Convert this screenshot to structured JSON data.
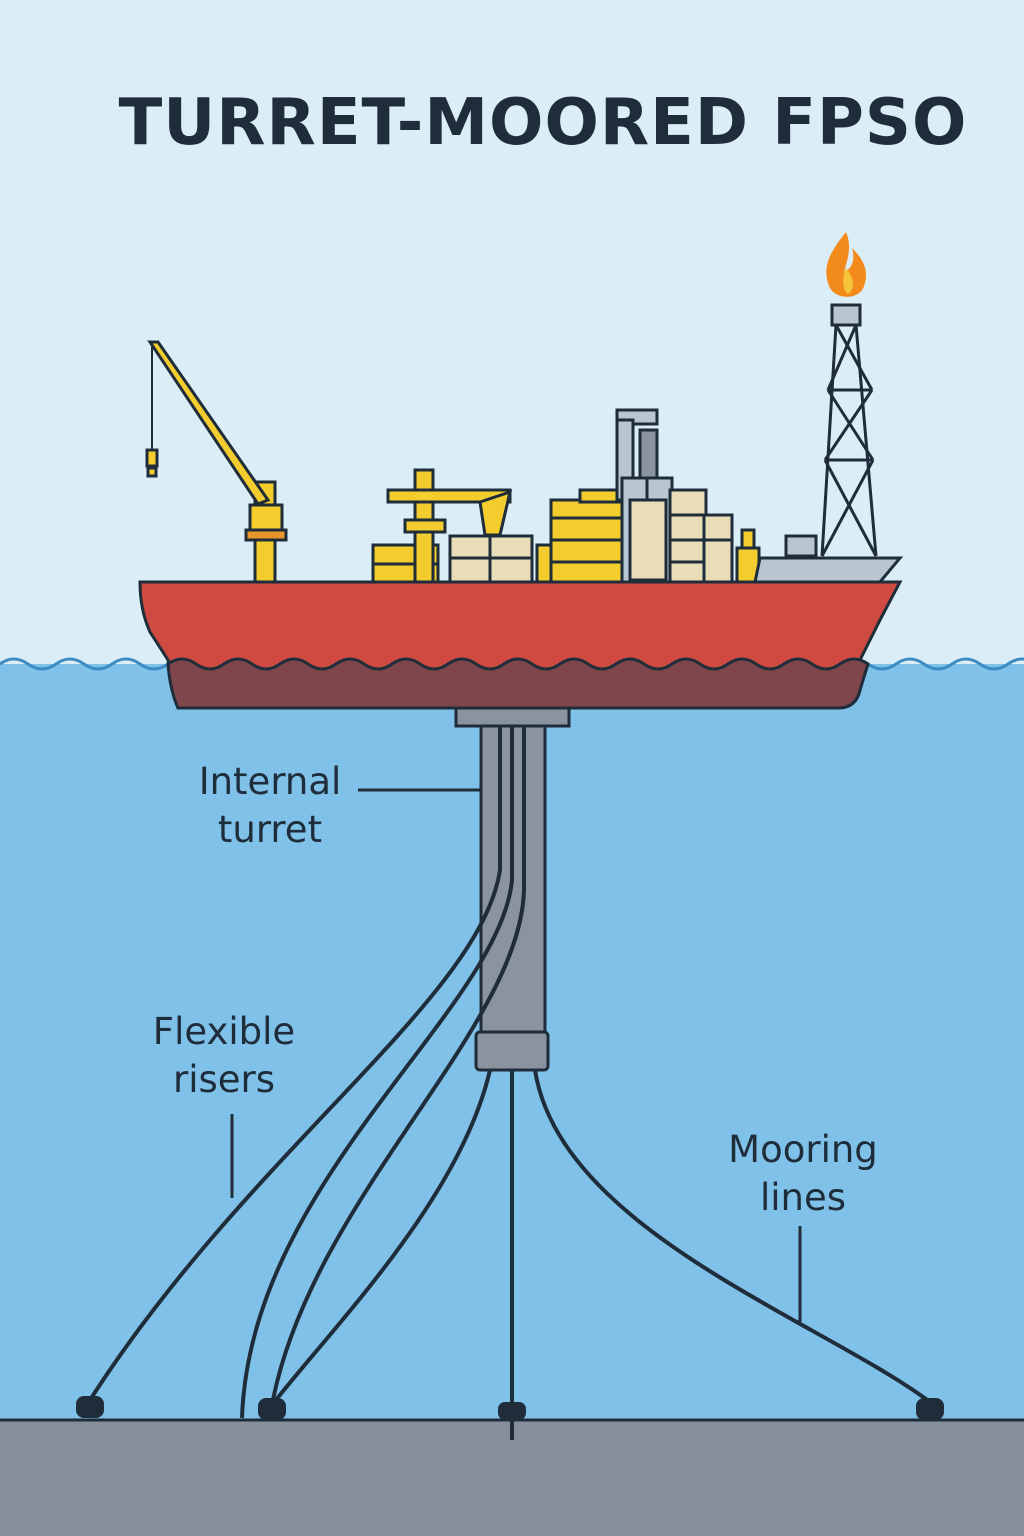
{
  "title": "TURRET-MOORED FPSO",
  "labels": {
    "internal_turret": [
      "Internal",
      "turret"
    ],
    "flexible_risers": [
      "Flexible",
      "risers"
    ],
    "mooring_lines": [
      "Mooring",
      "lines"
    ]
  },
  "colors": {
    "sky": "#dbeef8",
    "sea": "#7fc1e8",
    "seabed": "#868f9b",
    "hull_upper": "#cf4a40",
    "hull_lower": "#7f474c",
    "crane": "#f3cc2e",
    "modules": "#e9dcb8",
    "turret": "#8a939e",
    "flame": "#f28a1c",
    "outline": "#1f2d3a"
  },
  "icons": [
    "crane-icon",
    "flare-tower-icon",
    "flame-icon",
    "anchor-icon"
  ]
}
